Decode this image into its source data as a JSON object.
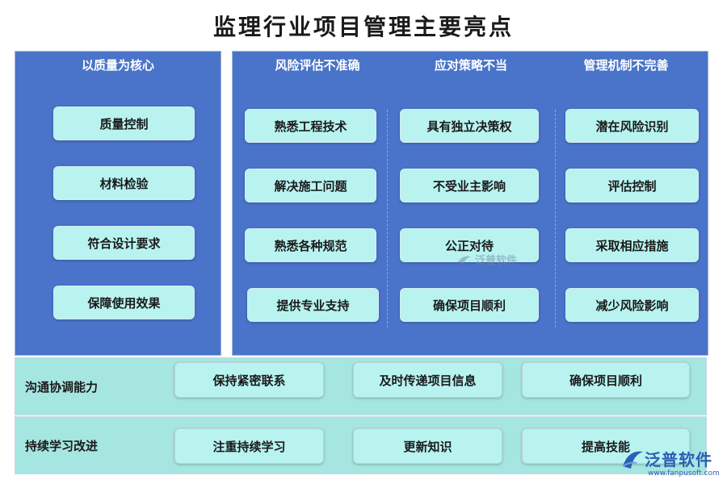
{
  "title": "监理行业项目管理主要亮点",
  "left_panel": {
    "heading": "以质量为核心",
    "items": [
      "质量控制",
      "材料检验",
      "符合设计要求",
      "保障使用效果"
    ]
  },
  "right_panel": {
    "columns": [
      {
        "heading": "风险评估不准确",
        "items": [
          "熟悉工程技术",
          "解决施工问题",
          "熟悉各种规范",
          "提供专业支持"
        ]
      },
      {
        "heading": "应对策略不当",
        "items": [
          "具有独立决策权",
          "不受业主影响",
          "公正对待",
          "确保项目顺利"
        ]
      },
      {
        "heading": "管理机制不完善",
        "items": [
          "潜在风险识别",
          "评估控制",
          "采取相应措施",
          "减少风险影响"
        ]
      }
    ]
  },
  "bands": [
    {
      "label": "沟通协调能力",
      "items": [
        "保持紧密联系",
        "及时传递项目信息",
        "确保项目顺利"
      ]
    },
    {
      "label": "持续学习改进",
      "items": [
        "注重持续学习",
        "更新知识",
        "提高技能"
      ]
    }
  ],
  "watermark": "泛普软件",
  "logo": {
    "name": "泛普软件",
    "url": "www.fanpusoft.com"
  },
  "colors": {
    "panel": "#4a74c9",
    "box": "#b8f3f0",
    "band": "#a6e6e0",
    "logo": "#2b5fb4"
  }
}
